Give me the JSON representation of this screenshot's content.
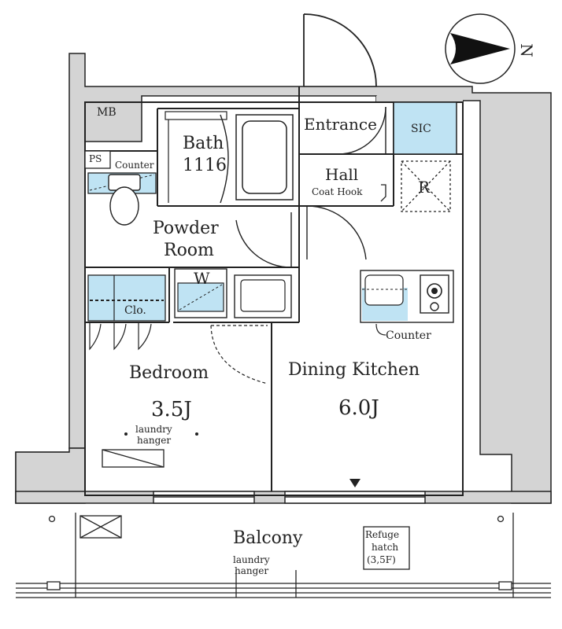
{
  "compass": {
    "north_label": "N"
  },
  "labels": {
    "mb": "MB",
    "ps": "PS",
    "counter_top": "Counter",
    "bath_line1": "Bath",
    "bath_line2": "1116",
    "entrance": "Entrance",
    "sic": "SIC",
    "hall": "Hall",
    "coat_hook": "Coat Hook",
    "fridge": "R",
    "powder_line1": "Powder",
    "powder_line2": "Room",
    "washer": "W",
    "closet": "Clo.",
    "counter_kitchen": "Counter",
    "bedroom": "Bedroom",
    "bedroom_area": "3.5J",
    "laundry_bed_1": "laundry",
    "laundry_bed_2": "hanger",
    "dining_kitchen": "Dining Kitchen",
    "dining_area": "6.0J",
    "balcony": "Balcony",
    "laundry_bal_1": "laundry",
    "laundry_bal_2": "hanger",
    "refuge_1": "Refuge",
    "refuge_2": "hatch",
    "refuge_3": "(3,5F)"
  },
  "colors": {
    "wall": "#d4d4d4",
    "line": "#222222",
    "highlight": "#bfe3f3"
  }
}
